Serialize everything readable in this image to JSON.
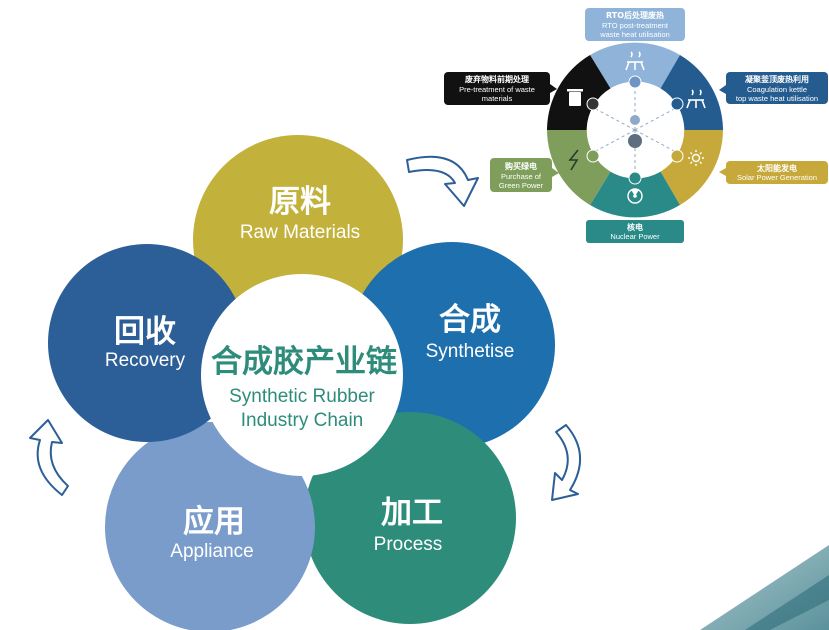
{
  "chain": {
    "title_cn": "合成胶产业链",
    "title_en_1": "Synthetic Rubber",
    "title_en_2": "Industry Chain"
  },
  "stages": [
    {
      "cn": "原料",
      "en": "Raw Materials",
      "color": "#C2B13B"
    },
    {
      "cn": "合成",
      "en": "Synthetise",
      "color": "#1E6FAE"
    },
    {
      "cn": "加工",
      "en": "Process",
      "color": "#2E8C7B"
    },
    {
      "cn": "应用",
      "en": "Appliance",
      "color": "#7A9CCB"
    },
    {
      "cn": "回收",
      "en": "Recovery",
      "color": "#2C5E97"
    }
  ],
  "energy_ring": {
    "callouts": [
      {
        "cn": "RTO后处理废热",
        "en_1": "RTO post-treatment",
        "en_2": "waste heat utilisation",
        "color": "#8FB3D9"
      },
      {
        "cn": "凝聚釜顶废热利用",
        "en_1": "Coagulation kettle",
        "en_2": "top waste heat utilisation",
        "color": "#255C8F"
      },
      {
        "cn": "太阳能发电",
        "en_1": "Solar Power Generation",
        "color": "#C6A93A"
      },
      {
        "cn": "核电",
        "en_1": "Nuclear Power",
        "color": "#2A8A88"
      },
      {
        "cn": "购买绿电",
        "en_1": "Purchase of",
        "en_2": "Green Power",
        "color": "#7F9E5C"
      },
      {
        "cn": "废弃物料前期处理",
        "en_1": "Pre-treatment of waste",
        "en_2": "materials",
        "color": "#111111"
      }
    ]
  }
}
